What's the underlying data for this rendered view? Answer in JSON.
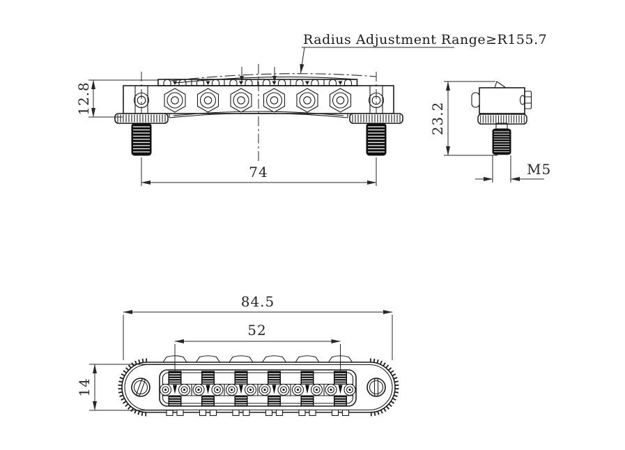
{
  "annotation": {
    "label": "Radius Adjustment Range≥R155.7"
  },
  "views": {
    "front": {
      "height": "12.8",
      "spacing": "74"
    },
    "side": {
      "height": "23.2",
      "thread": "M5"
    },
    "top": {
      "width": "84.5",
      "span": "52",
      "depth": "14"
    }
  },
  "colors": {
    "line": "#1b1b1b",
    "dim_text": "#26262b",
    "background": "#ffffff"
  }
}
